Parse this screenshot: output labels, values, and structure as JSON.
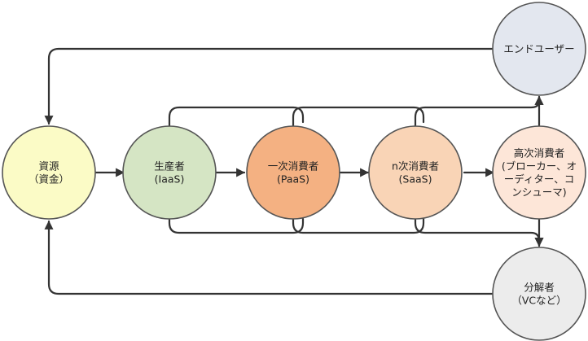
{
  "nodes": {
    "funds": {
      "lines": [
        "資源",
        "（資金）"
      ],
      "fill": "#fbfbc6"
    },
    "producer": {
      "lines": [
        "生産者",
        "(IaaS)"
      ],
      "fill": "#d5e5c4"
    },
    "primary": {
      "lines": [
        "一次消費者",
        "(PaaS)"
      ],
      "fill": "#f4b182"
    },
    "nth": {
      "lines": [
        "n次消費者",
        "(SaaS)"
      ],
      "fill": "#f9d4b6"
    },
    "higher": {
      "lines": [
        "高次消費者",
        "(ブローカー、オ",
        "ーディター、コ",
        "ンシューマ)"
      ],
      "fill": "#fde6d8"
    },
    "enduser": {
      "lines": [
        "エンドユーザー"
      ],
      "fill": "#e3e7ef"
    },
    "decomposer": {
      "lines": [
        "分解者",
        "（VCなど）"
      ],
      "fill": "#ececec"
    }
  },
  "colors": {
    "edge": "#333333",
    "node_stroke": "#555555"
  }
}
